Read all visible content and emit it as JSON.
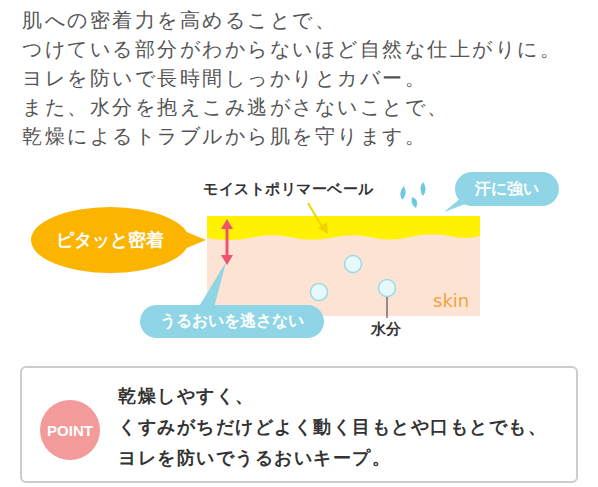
{
  "diagram": {
    "nodes": [
      {
        "text": [
          "ピタッと密着"
        ]
      },
      {
        "text": [
          "汗に強い"
        ]
      },
      {
        "text": [
          "うるおいを逃さない"
        ]
      },
      {
        "text": [
          "乾燥しやすく、 くすみがちだけどよく動く目もとや口もとでも、 ヨレを防いでうるおいキープ。"
        ]
      },
      {
        "text": [
          "POINT"
        ],
        "in": 3
      }
    ],
    "labels": [
      "肌への密着力を高めることで、",
      "つけている部分がわからないほど自然な仕上がりに。",
      "ヨレを防いで長時間しっかりとカバー。",
      "また、水分を抱えこみ逃がさないことで、",
      "乾燥によるトラブルから肌を守ります。",
      "モイストポリマーベール",
      "skin",
      "水分"
    ]
  }
}
